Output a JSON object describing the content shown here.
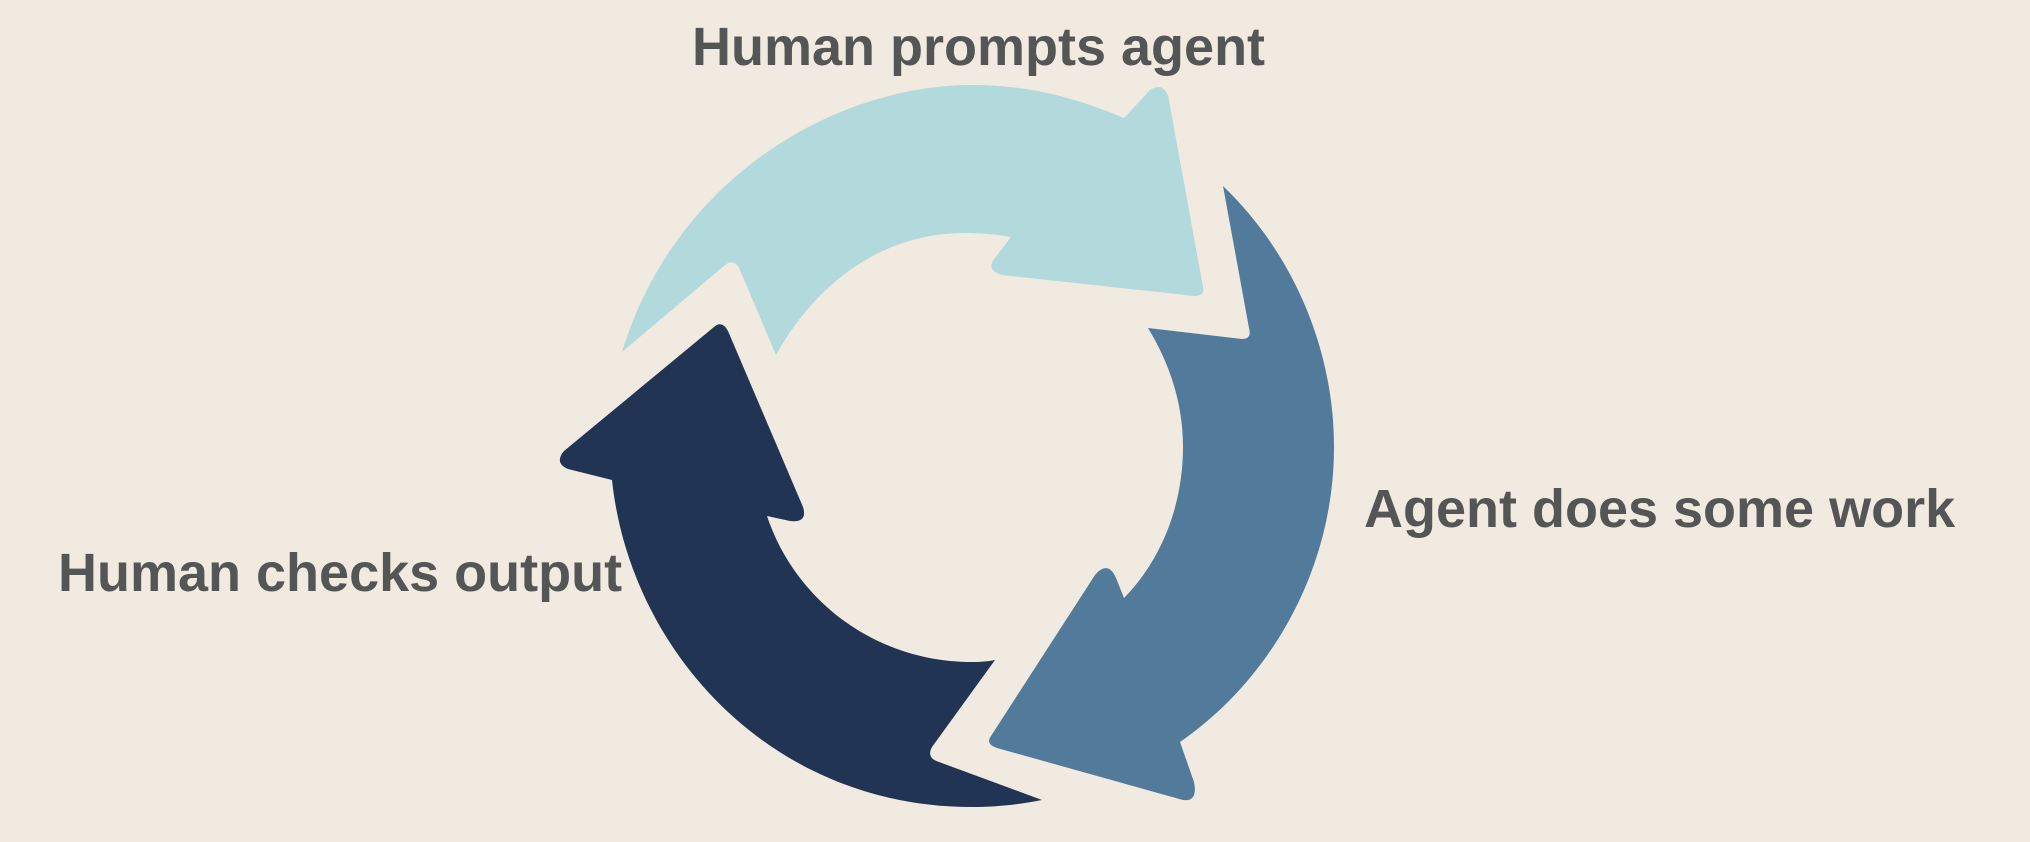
{
  "colors": {
    "background": "#F0EAE0",
    "label_text": "#555555",
    "arrow_prompt": "#B2D9DC",
    "arrow_work": "#527A9B",
    "arrow_check": "#223453"
  },
  "steps": [
    {
      "label": "Human prompts agent"
    },
    {
      "label": "Agent does some work"
    },
    {
      "label": "Human checks output"
    }
  ]
}
